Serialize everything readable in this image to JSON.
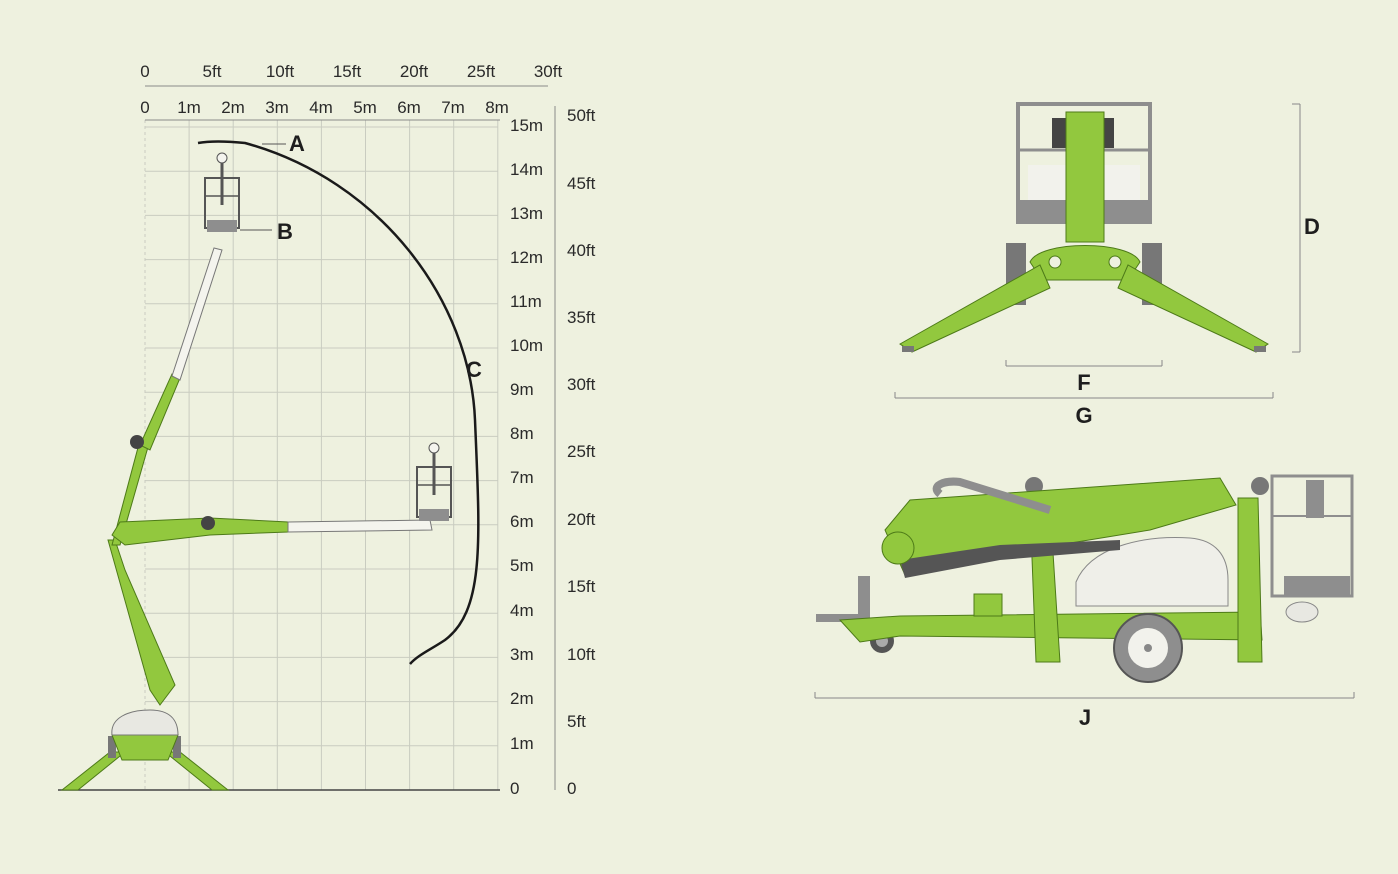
{
  "top_axis_ft": [
    "0",
    "5ft",
    "10ft",
    "15ft",
    "20ft",
    "25ft",
    "30ft"
  ],
  "top_axis_m": [
    "0",
    "1m",
    "2m",
    "3m",
    "4m",
    "5m",
    "6m",
    "7m",
    "8m"
  ],
  "right_axis_m": [
    "15m",
    "14m",
    "13m",
    "12m",
    "11m",
    "10m",
    "9m",
    "8m",
    "7m",
    "6m",
    "5m",
    "4m",
    "3m",
    "2m",
    "1m",
    "0"
  ],
  "right_axis_ft": [
    "50ft",
    "45ft",
    "40ft",
    "35ft",
    "30ft",
    "25ft",
    "20ft",
    "15ft",
    "10ft",
    "5ft",
    "0"
  ],
  "labels": {
    "a": "A",
    "b": "B",
    "c": "C",
    "d": "D",
    "f": "F",
    "g": "G",
    "j": "J"
  },
  "colors": {
    "background": "#eef1df",
    "machine_green": "#92c83e",
    "machine_green_dark": "#5f8f1f",
    "grid": "#c9ccc0",
    "line": "#1a1a1a",
    "basket_grey": "#8e8e8e"
  }
}
